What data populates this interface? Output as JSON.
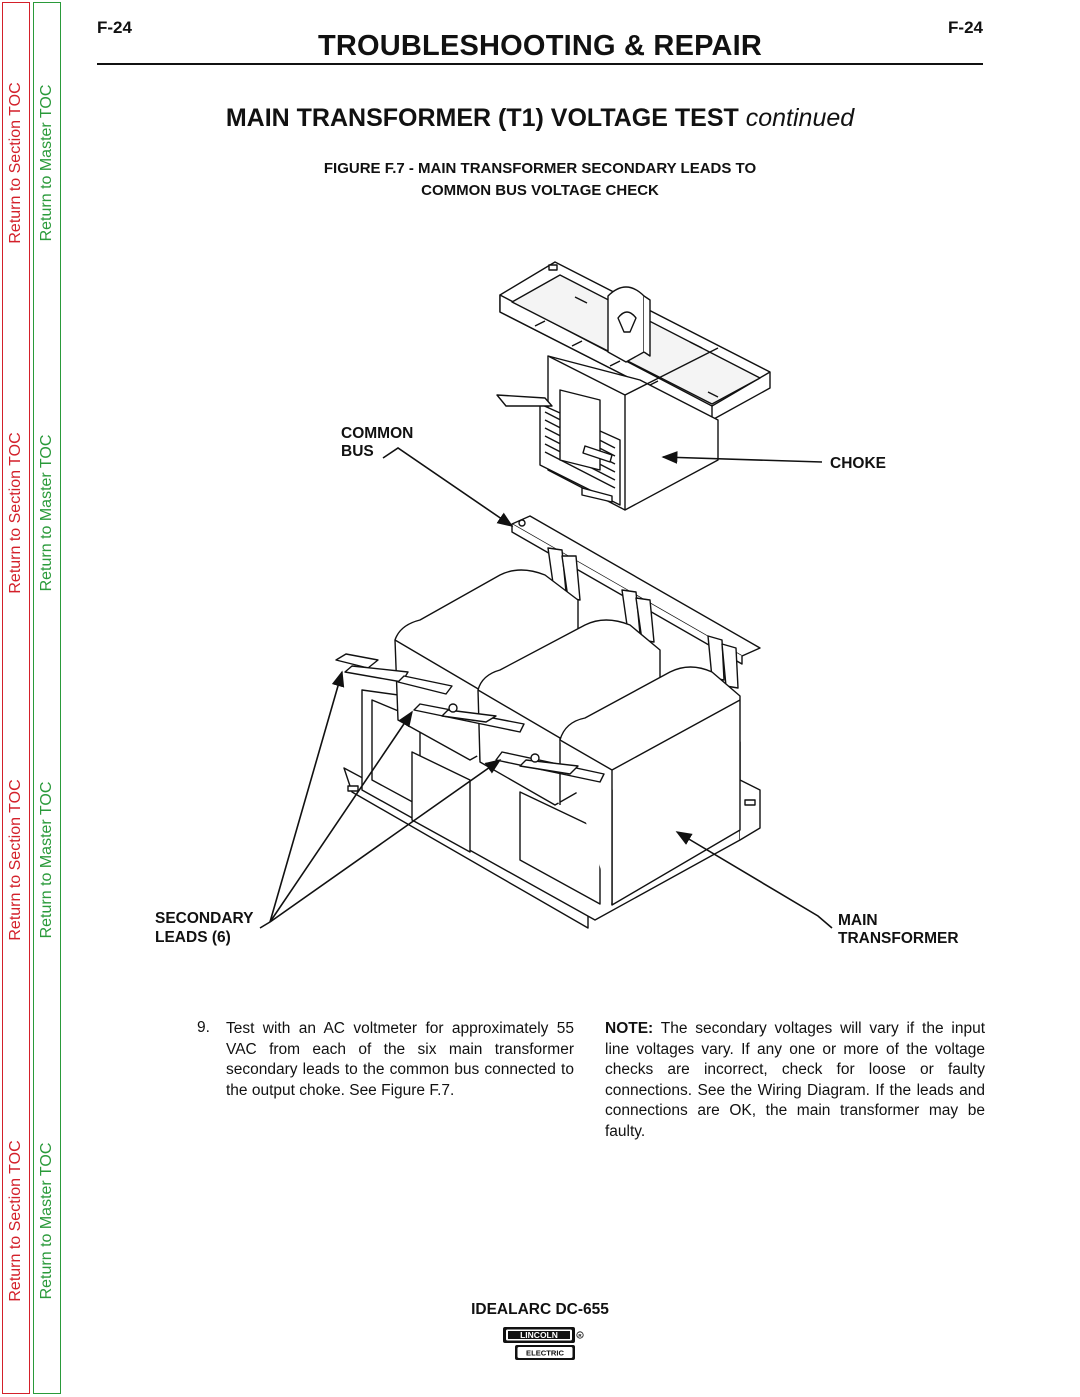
{
  "toc": {
    "section_label": "Return to Section TOC",
    "master_label": "Return to Master TOC"
  },
  "header": {
    "page_number_left": "F-24",
    "page_number_right": "F-24",
    "title": "TROUBLESHOOTING & REPAIR"
  },
  "section": {
    "title": "MAIN TRANSFORMER (T1) VOLTAGE TEST",
    "continued": "continued"
  },
  "figure": {
    "caption_line1": "FIGURE F.7 - MAIN TRANSFORMER SECONDARY LEADS TO",
    "caption_line2": "COMMON BUS VOLTAGE CHECK",
    "label_common": "COMMON",
    "label_bus": "BUS",
    "label_choke": "CHOKE",
    "label_secondary": "SECONDARY",
    "label_leads": "LEADS (6)",
    "label_main": "MAIN",
    "label_transformer": "TRANSFORMER"
  },
  "body": {
    "step_number": "9.",
    "step_text": "Test with an AC voltmeter for approximately 55 VAC from each of the six main transformer secondary leads to the common bus connected to the output choke. See Figure F.7.",
    "note_label": "NOTE:",
    "note_text": " The secondary voltages will vary if the input line voltages vary. If any one or more of the voltage checks are incorrect, check for loose or faulty connections. See the Wiring Diagram. If the leads and connections are OK, the main transformer may be faulty."
  },
  "footer": {
    "model": "IDEALARC DC-655",
    "logo_top": "LINCOLN",
    "logo_bottom": "ELECTRIC"
  },
  "colors": {
    "section_toc": "#d3202a",
    "master_toc": "#2a9a3a"
  }
}
